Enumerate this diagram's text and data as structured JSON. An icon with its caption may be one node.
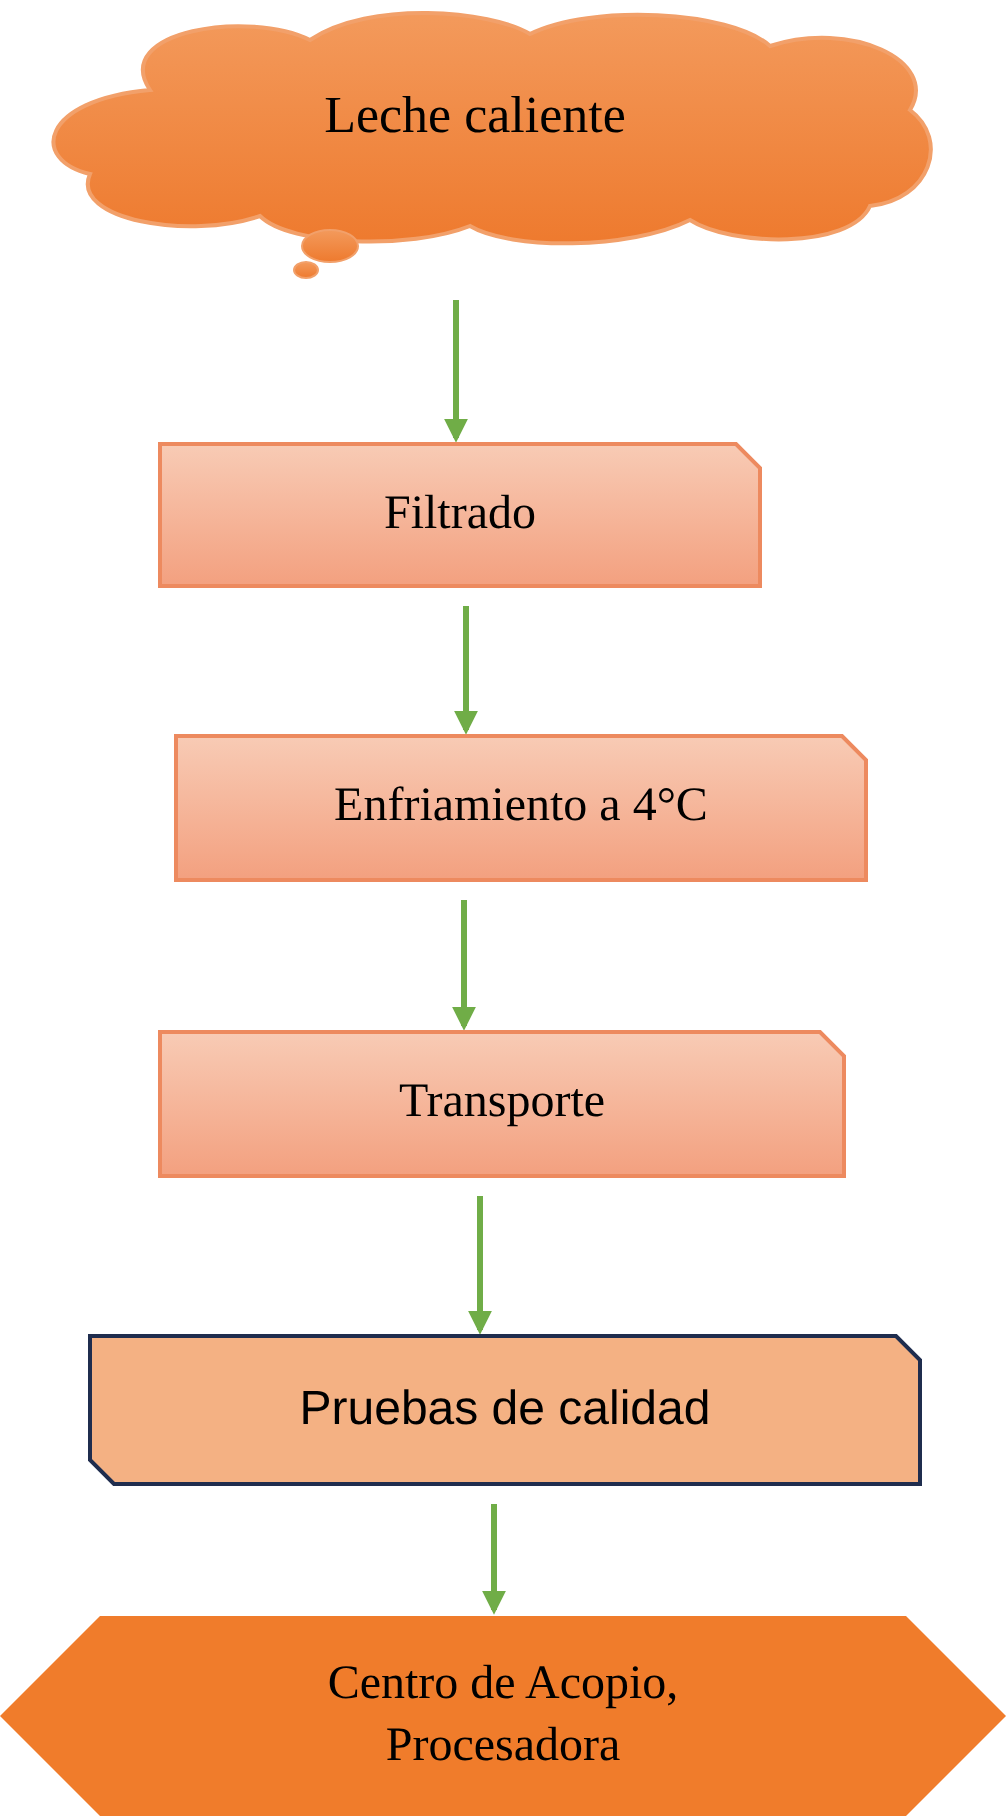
{
  "diagram": {
    "nodes": [
      {
        "text": [
          "Leche caliente"
        ]
      },
      {
        "text": [
          "Filtrado"
        ]
      },
      {
        "text": [
          "Enfriamiento a 4°C"
        ]
      },
      {
        "text": [
          "Transporte"
        ]
      },
      {
        "text": [
          "Pruebas de calidad"
        ]
      },
      {
        "text": [
          "Centro de Acopio, Procesadora"
        ]
      }
    ],
    "edges": [
      {
        "from": 0,
        "to": 1,
        "arrow": "to"
      },
      {
        "from": 1,
        "to": 2,
        "arrow": "to"
      },
      {
        "from": 2,
        "to": 3,
        "arrow": "to"
      },
      {
        "from": 3,
        "to": 4,
        "arrow": "to"
      },
      {
        "from": 4,
        "to": 5,
        "arrow": "to"
      }
    ]
  }
}
